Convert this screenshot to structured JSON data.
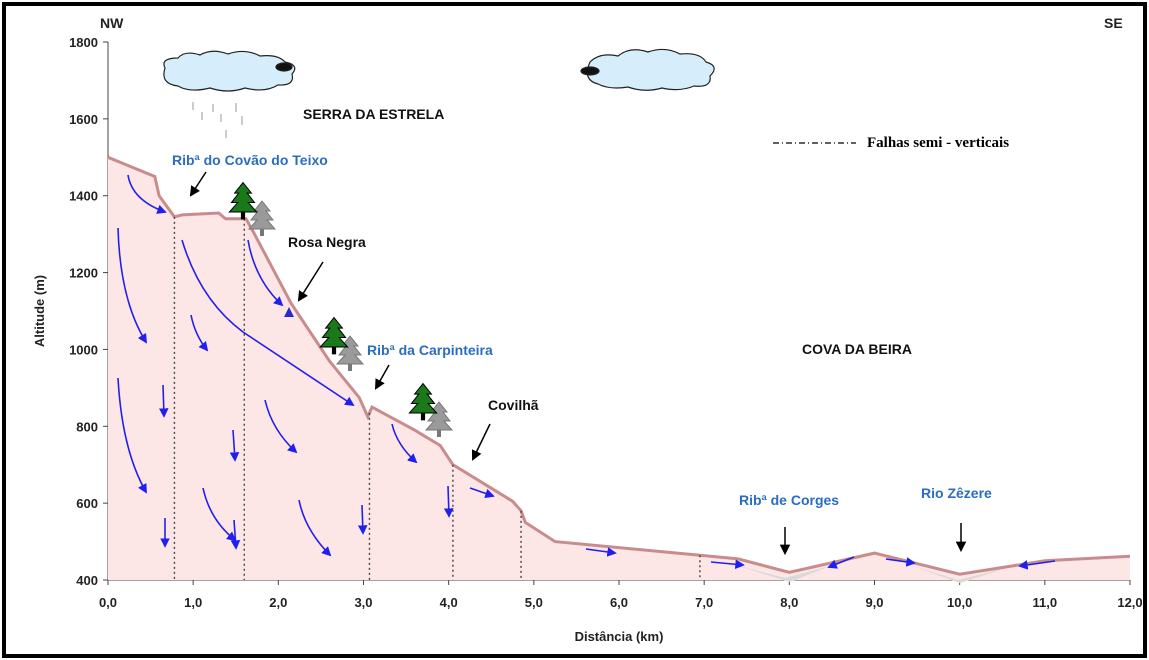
{
  "orientation": {
    "left": "NW",
    "right": "SE"
  },
  "axes": {
    "x_label": "Distância (km)",
    "y_label": "Altitude (m)",
    "x_ticks": [
      "0,0",
      "1,0",
      "2,0",
      "3,0",
      "4,0",
      "5,0",
      "6,0",
      "7,0",
      "8,0",
      "9,0",
      "10,0",
      "11,0",
      "12,0"
    ],
    "y_ticks": [
      "400",
      "600",
      "800",
      "1000",
      "1200",
      "1400",
      "1600",
      "1800"
    ]
  },
  "labels": {
    "serra": "SERRA DA ESTRELA",
    "cova": "COVA DA BEIRA",
    "covao": "Ribª do Covão do Teixo",
    "rosa": "Rosa Negra",
    "carpinteira": "Ribª da Carpinteira",
    "covilha": "Covilhã",
    "corges": "Ribª de Corges",
    "zezere": "Rio Zêzere"
  },
  "legend": {
    "symbol": "- . - . - . -",
    "text": "Falhas semi - verticais"
  },
  "colors": {
    "terrain_fill": "#fde6e6",
    "terrain_line": "#c98c8c",
    "arrow": "#2020ee",
    "blue_text": "#2a6cc4",
    "tree_green": "#1a7a1a",
    "tree_grey": "#9a9a9a"
  },
  "chart_data": {
    "type": "area",
    "x_unit": "km",
    "y_unit": "m",
    "xlim": [
      0,
      12
    ],
    "ylim": [
      400,
      1800
    ],
    "profile": {
      "x": [
        0.0,
        0.55,
        0.6,
        0.78,
        0.87,
        1.3,
        1.38,
        1.62,
        1.72,
        2.15,
        2.6,
        2.95,
        3.05,
        3.1,
        3.6,
        3.9,
        4.05,
        4.75,
        4.85,
        4.9,
        5.25,
        7.4,
        8.0,
        9.0,
        10.0,
        11.0,
        12.0
      ],
      "y": [
        1500,
        1450,
        1400,
        1345,
        1350,
        1355,
        1340,
        1340,
        1300,
        1120,
        970,
        875,
        825,
        850,
        790,
        750,
        700,
        605,
        580,
        550,
        500,
        455,
        420,
        470,
        415,
        450,
        462
      ]
    },
    "faults_x": [
      0.78,
      1.6,
      3.07,
      4.05,
      4.85,
      6.95
    ],
    "annotations": [
      "Ribª do Covão do Teixo",
      "Rosa Negra",
      "Ribª da Carpinteira",
      "Covilhã",
      "Ribª de Corges",
      "Rio Zêzere"
    ]
  }
}
